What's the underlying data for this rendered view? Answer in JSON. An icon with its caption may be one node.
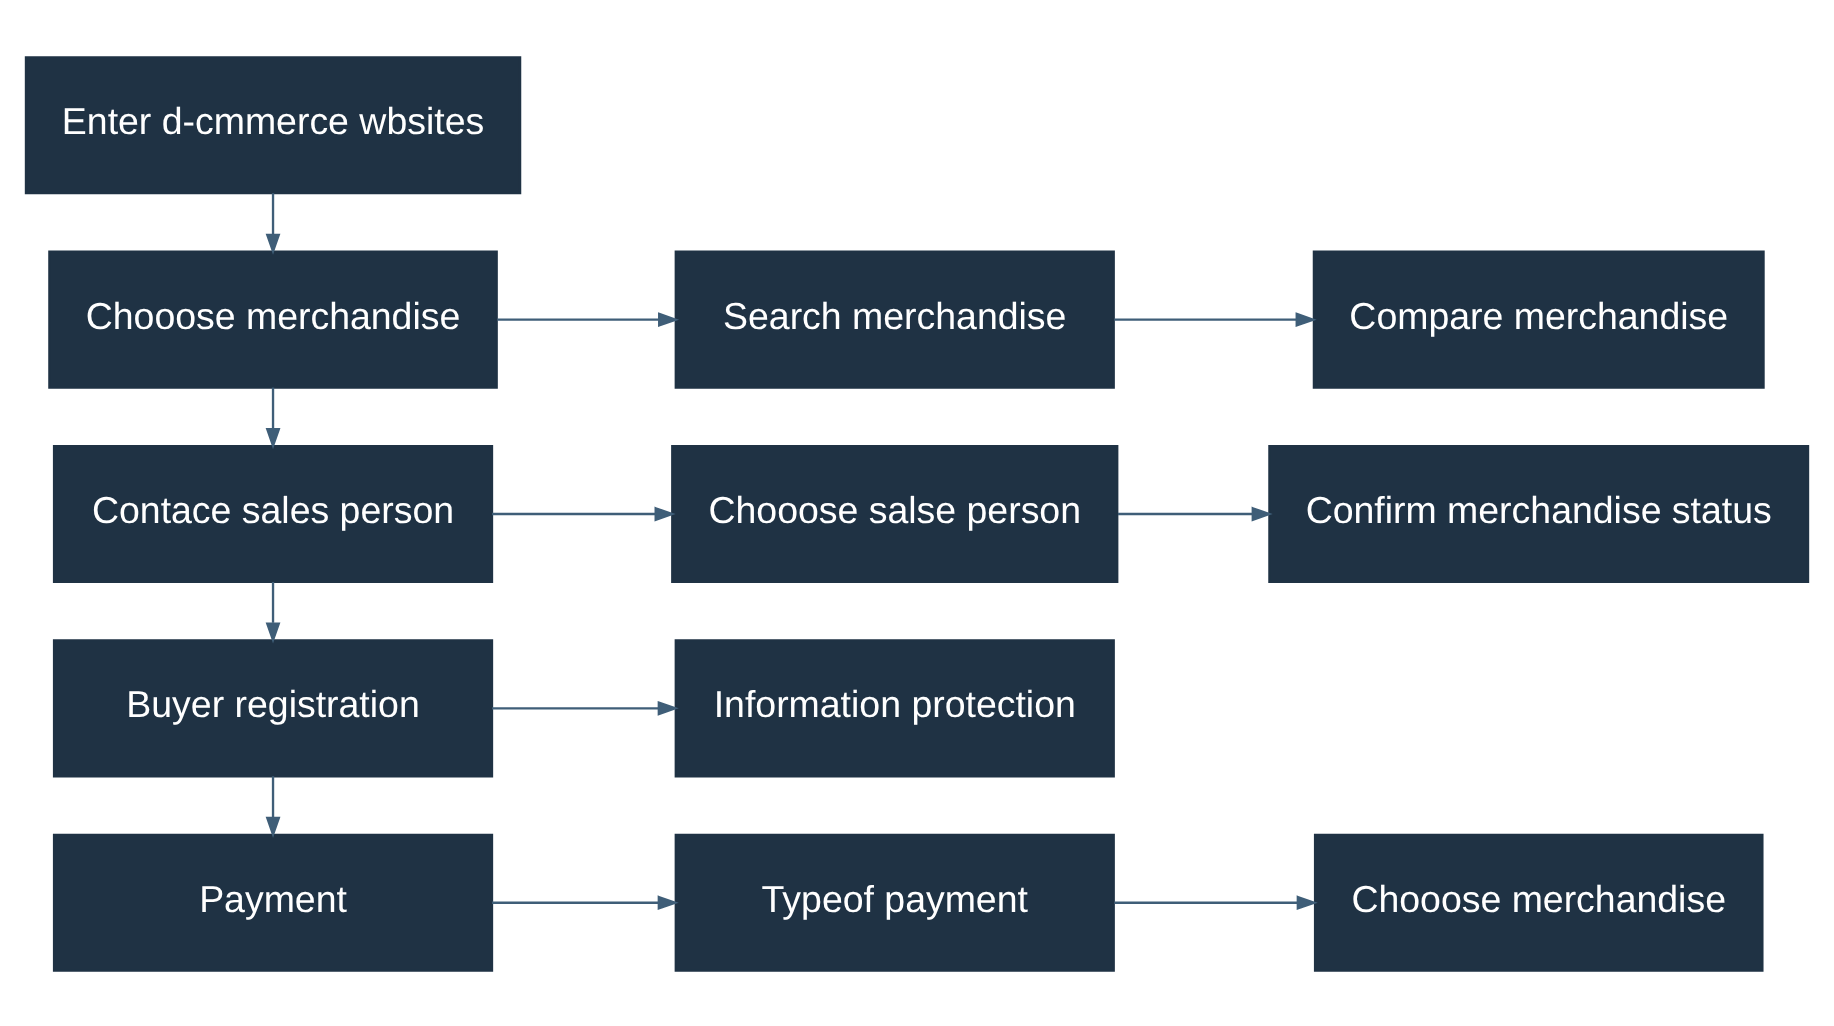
{
  "diagram": {
    "nodes": [
      {
        "text": [
          "Enter d-cmmerce wbsites"
        ]
      },
      {
        "text": [
          "Chooose merchandise"
        ]
      },
      {
        "text": [
          "Search merchandise"
        ]
      },
      {
        "text": [
          "Compare merchandise"
        ]
      },
      {
        "text": [
          "Contace sales person"
        ]
      },
      {
        "text": [
          "Chooose salse person"
        ]
      },
      {
        "text": [
          "Confirm merchandise status"
        ]
      },
      {
        "text": [
          "Buyer registration"
        ]
      },
      {
        "text": [
          "Information protection"
        ]
      },
      {
        "text": [
          "Payment"
        ]
      },
      {
        "text": [
          "Typeof payment"
        ]
      },
      {
        "text": [
          "Chooose merchandise"
        ]
      }
    ],
    "edges": [
      {
        "from": 0,
        "to": 1,
        "arrow": "to"
      },
      {
        "from": 1,
        "to": 2,
        "arrow": "to"
      },
      {
        "from": 2,
        "to": 3,
        "arrow": "to"
      },
      {
        "from": 1,
        "to": 4,
        "arrow": "to"
      },
      {
        "from": 4,
        "to": 5,
        "arrow": "to"
      },
      {
        "from": 5,
        "to": 6,
        "arrow": "to"
      },
      {
        "from": 4,
        "to": 7,
        "arrow": "to"
      },
      {
        "from": 7,
        "to": 8,
        "arrow": "to"
      },
      {
        "from": 7,
        "to": 9,
        "arrow": "to"
      },
      {
        "from": 9,
        "to": 10,
        "arrow": "to"
      },
      {
        "from": 10,
        "to": 11,
        "arrow": "to"
      }
    ]
  }
}
